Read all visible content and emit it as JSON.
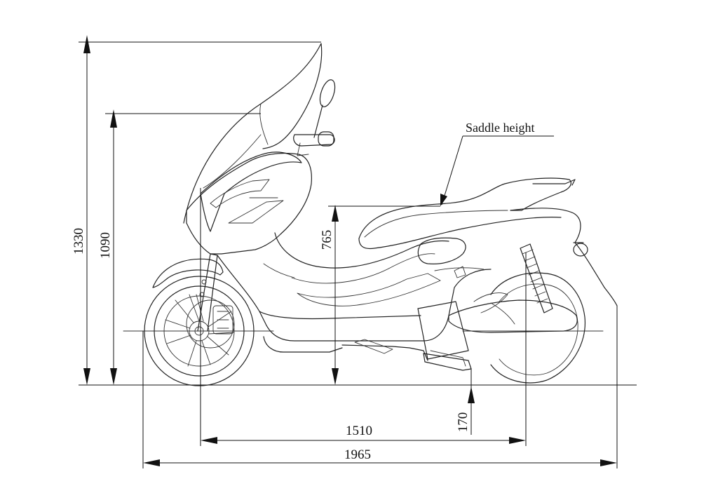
{
  "diagram": {
    "callout": "Saddle height",
    "dimensions": {
      "overall_height": "1330",
      "mirror_height": "1090",
      "saddle_height": "765",
      "ground_clearance": "170",
      "wheelbase": "1510",
      "overall_length": "1965"
    }
  }
}
